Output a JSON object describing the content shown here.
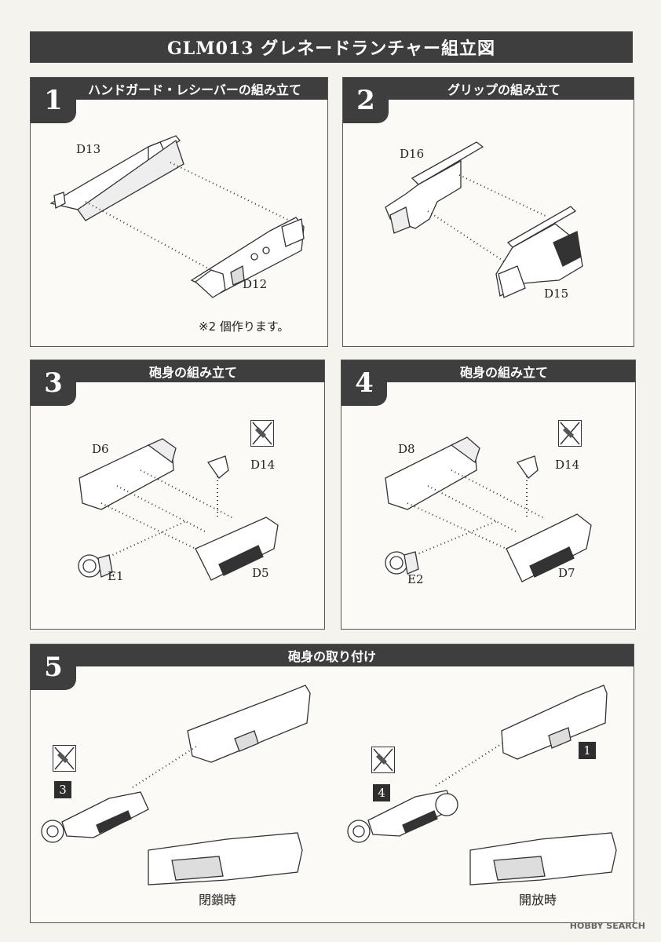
{
  "document": {
    "title": "GLM013 グレネードランチャー組立図"
  },
  "steps": [
    {
      "number": "1",
      "heading": "ハンドガード・レシーバーの組み立て",
      "parts": [
        "D13",
        "D12"
      ],
      "note": "※2 個作ります。"
    },
    {
      "number": "2",
      "heading": "グリップの組み立て",
      "parts": [
        "D16",
        "D15"
      ]
    },
    {
      "number": "3",
      "heading": "砲身の組み立て",
      "parts": [
        "D6",
        "D14",
        "E1",
        "D5"
      ]
    },
    {
      "number": "4",
      "heading": "砲身の組み立て",
      "parts": [
        "D8",
        "D14",
        "E2",
        "D7"
      ]
    },
    {
      "number": "5",
      "heading": "砲身の取り付け",
      "refs": [
        "3",
        "1",
        "4"
      ],
      "captions": [
        "閉鎖時",
        "開放時"
      ]
    }
  ],
  "icons": {
    "no_glue": "no-glue-icon"
  },
  "watermark": "HOBBY SEARCH"
}
